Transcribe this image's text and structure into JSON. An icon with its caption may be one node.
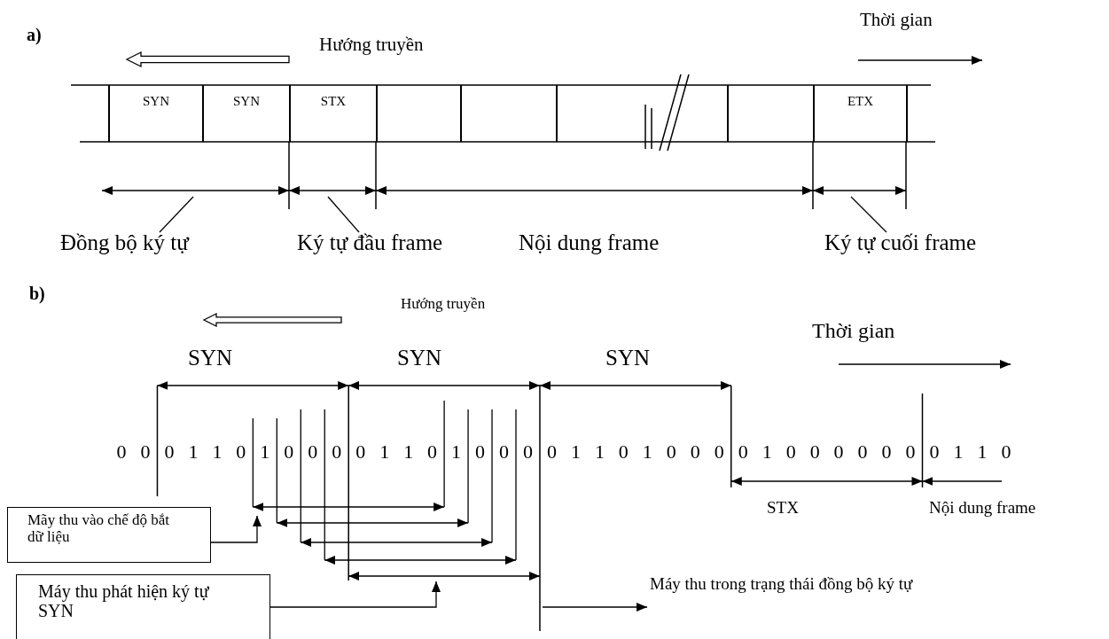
{
  "diagram": {
    "nodes": [
      {
        "text": [
          "SYN"
        ]
      },
      {
        "text": [
          "SYN"
        ]
      },
      {
        "text": [
          "STX"
        ]
      },
      {
        "text": [],
        "shape": "box"
      },
      {
        "text": [],
        "shape": "box"
      },
      {
        "text": [],
        "shape": "box"
      },
      {
        "text": [],
        "shape": "box"
      },
      {
        "text": [
          "ETX"
        ]
      },
      {
        "text": [
          "Đồng bộ ký tự"
        ]
      },
      {
        "text": [
          "Ký tự đầu frame"
        ]
      },
      {
        "text": [
          "Ký tự cuối frame"
        ]
      },
      {
        "text": [
          "Mãy thu vào chế độ bắt dữ liệu"
        ]
      },
      {
        "text": [
          "Máy thu phát hiện ký tự SYN"
        ]
      },
      {
        "text": [
          "Máy thu trong trạng thái đồng bộ ký tự"
        ]
      }
    ],
    "edges": [
      {
        "from": 8,
        "to": null,
        "arrow": "none"
      },
      {
        "from": 9,
        "to": null,
        "arrow": "none"
      },
      {
        "from": 10,
        "to": null,
        "arrow": "none"
      },
      {
        "from": 11,
        "to": null,
        "arrow": "to"
      },
      {
        "from": 12,
        "to": null,
        "arrow": "to"
      },
      {
        "from": null,
        "to": 13,
        "arrow": "to"
      }
    ],
    "labels": [
      "a)",
      "Thời gian",
      "Hướng truyền",
      "Nội dung frame",
      "b)",
      "Hướng truyền",
      "Thời gian",
      "SYN",
      "SYN",
      "SYN",
      "0 0 0 1 1 0 1 0 0 0 0 1 1 0 1 0 0 0 0 1 1 0 1 0 0 0 0 1 0 0 0 0 0 0 0 1 1 0",
      "STX",
      "Nội dung frame"
    ]
  }
}
